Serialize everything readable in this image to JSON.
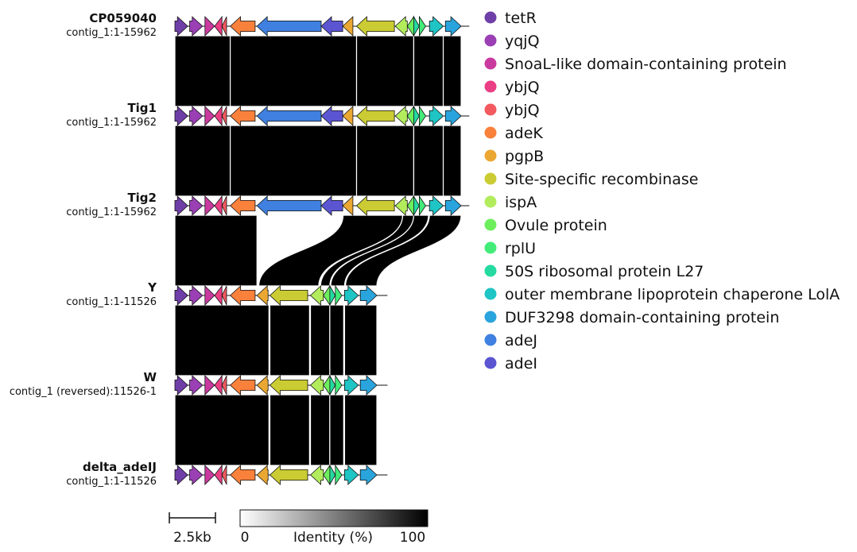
{
  "tracks": [
    {
      "name": "CP059040",
      "subtitle": "contig_1:1-15962",
      "length": 15962,
      "reversed": false
    },
    {
      "name": "Tig1",
      "subtitle": "contig_1:1-15962",
      "length": 15962,
      "reversed": false
    },
    {
      "name": "Tig2",
      "subtitle": "contig_1:1-15962",
      "length": 15962,
      "reversed": false
    },
    {
      "name": "Y",
      "subtitle": "contig_1:1-11526",
      "length": 11526,
      "reversed": false
    },
    {
      "name": "W",
      "subtitle": "contig_1 (reversed):11526-1",
      "length": 11526,
      "reversed": true
    },
    {
      "name": "delta_adeIJ",
      "subtitle": "contig_1:1-11526",
      "length": 11526,
      "reversed": false
    }
  ],
  "legend": [
    {
      "label": "tetR",
      "color": "#6f3fa8"
    },
    {
      "label": "yqjQ",
      "color": "#9b3fb5"
    },
    {
      "label": "SnoaL-like domain-containing protein",
      "color": "#c93a9f"
    },
    {
      "label": "ybjQ",
      "color": "#ea3f85"
    },
    {
      "label": "ybjQ",
      "color": "#f25a5f"
    },
    {
      "label": "adeK",
      "color": "#f9813c"
    },
    {
      "label": "pgpB",
      "color": "#eaa833"
    },
    {
      "label": "Site-specific recombinase",
      "color": "#cbcc33"
    },
    {
      "label": "ispA",
      "color": "#b2ec5d"
    },
    {
      "label": "Ovule protein",
      "color": "#6def5d"
    },
    {
      "label": "rplU",
      "color": "#43ec79"
    },
    {
      "label": "50S ribosomal protein L27",
      "color": "#25d9a0"
    },
    {
      "label": "outer membrane lipoprotein chaperone LolA",
      "color": "#1fc4c4"
    },
    {
      "label": "DUF3298 domain-containing protein",
      "color": "#2aa4dc"
    },
    {
      "label": "adeJ",
      "color": "#3f80e0"
    },
    {
      "label": "adeI",
      "color": "#5b55d2"
    }
  ],
  "genes": {
    "full": [
      {
        "gene": 0,
        "start": 0,
        "end": 700,
        "strand": 1
      },
      {
        "gene": 1,
        "start": 800,
        "end": 1500,
        "strand": 1
      },
      {
        "gene": 2,
        "start": 1630,
        "end": 2150,
        "strand": 1
      },
      {
        "gene": 3,
        "start": 2150,
        "end": 2550,
        "strand": -1
      },
      {
        "gene": 4,
        "start": 2550,
        "end": 2800,
        "strand": -1
      },
      {
        "gene": 5,
        "start": 3000,
        "end": 4350,
        "strand": -1
      },
      {
        "gene": 14,
        "start": 4450,
        "end": 7930,
        "strand": -1
      },
      {
        "gene": 15,
        "start": 7930,
        "end": 9100,
        "strand": -1
      },
      {
        "gene": 6,
        "start": 9100,
        "end": 9650,
        "strand": -1
      },
      {
        "gene": 7,
        "start": 9850,
        "end": 11900,
        "strand": -1
      },
      {
        "gene": 8,
        "start": 11950,
        "end": 12600,
        "strand": -1
      },
      {
        "gene": 9,
        "start": 12600,
        "end": 12950,
        "strand": -1
      },
      {
        "gene": 11,
        "start": 12950,
        "end": 13250,
        "strand": 1
      },
      {
        "gene": 10,
        "start": 13250,
        "end": 13600,
        "strand": 1
      },
      {
        "gene": 12,
        "start": 13800,
        "end": 14550,
        "strand": 1
      },
      {
        "gene": 13,
        "start": 14670,
        "end": 15520,
        "strand": 1
      }
    ],
    "short": [
      {
        "gene": 0,
        "start": 0,
        "end": 700,
        "strand": 1
      },
      {
        "gene": 1,
        "start": 800,
        "end": 1500,
        "strand": 1
      },
      {
        "gene": 2,
        "start": 1630,
        "end": 2150,
        "strand": 1
      },
      {
        "gene": 3,
        "start": 2150,
        "end": 2550,
        "strand": -1
      },
      {
        "gene": 4,
        "start": 2550,
        "end": 2800,
        "strand": -1
      },
      {
        "gene": 5,
        "start": 3000,
        "end": 4350,
        "strand": -1
      },
      {
        "gene": 6,
        "start": 4450,
        "end": 5050,
        "strand": -1
      },
      {
        "gene": 7,
        "start": 5150,
        "end": 7200,
        "strand": -1
      },
      {
        "gene": 8,
        "start": 7350,
        "end": 8050,
        "strand": -1
      },
      {
        "gene": 9,
        "start": 8050,
        "end": 8400,
        "strand": -1
      },
      {
        "gene": 11,
        "start": 8400,
        "end": 8700,
        "strand": 1
      },
      {
        "gene": 10,
        "start": 8700,
        "end": 9050,
        "strand": 1
      },
      {
        "gene": 12,
        "start": 9200,
        "end": 9950,
        "strand": 1
      },
      {
        "gene": 13,
        "start": 10050,
        "end": 10950,
        "strand": 1
      }
    ],
    "track_sets": [
      "full",
      "full",
      "full",
      "short",
      "short",
      "short"
    ]
  },
  "links": [
    {
      "from": 0,
      "start1": 0,
      "end1": 3000,
      "start2": 0,
      "end2": 3000
    },
    {
      "from": 0,
      "start1": 3000,
      "end1": 9850,
      "start2": 3000,
      "end2": 9850
    },
    {
      "from": 0,
      "start1": 9850,
      "end1": 12950,
      "start2": 9850,
      "end2": 12950
    },
    {
      "from": 0,
      "start1": 12950,
      "end1": 14550,
      "start2": 12950,
      "end2": 14550
    },
    {
      "from": 0,
      "start1": 14550,
      "end1": 15520,
      "start2": 14550,
      "end2": 15520
    },
    {
      "from": 1,
      "start1": 0,
      "end1": 3000,
      "start2": 0,
      "end2": 3000
    },
    {
      "from": 1,
      "start1": 3000,
      "end1": 9850,
      "start2": 3000,
      "end2": 9850
    },
    {
      "from": 1,
      "start1": 9850,
      "end1": 12950,
      "start2": 9850,
      "end2": 12950
    },
    {
      "from": 1,
      "start1": 12950,
      "end1": 14550,
      "start2": 12950,
      "end2": 14550
    },
    {
      "from": 1,
      "start1": 14550,
      "end1": 15520,
      "start2": 14550,
      "end2": 15520
    },
    {
      "from": 2,
      "start1": 0,
      "end1": 4450,
      "start2": 0,
      "end2": 4450
    },
    {
      "from": 2,
      "start1": 9120,
      "end1": 12350,
      "start2": 4550,
      "end2": 7800
    },
    {
      "from": 2,
      "start1": 12350,
      "end1": 12950,
      "start2": 7900,
      "end2": 8400
    },
    {
      "from": 2,
      "start1": 12950,
      "end1": 13750,
      "start2": 8450,
      "end2": 9200
    },
    {
      "from": 2,
      "start1": 13800,
      "end1": 15520,
      "start2": 9250,
      "end2": 10950
    },
    {
      "from": 3,
      "start1": 0,
      "end1": 5100,
      "start2": 0,
      "end2": 5100
    },
    {
      "from": 3,
      "start1": 5150,
      "end1": 7300,
      "start2": 5150,
      "end2": 7300
    },
    {
      "from": 3,
      "start1": 7350,
      "end1": 8400,
      "start2": 7350,
      "end2": 8400
    },
    {
      "from": 3,
      "start1": 8400,
      "end1": 9150,
      "start2": 8400,
      "end2": 9150
    },
    {
      "from": 3,
      "start1": 9200,
      "end1": 10950,
      "start2": 9200,
      "end2": 10950
    },
    {
      "from": 4,
      "start1": 0,
      "end1": 5100,
      "start2": 0,
      "end2": 5100
    },
    {
      "from": 4,
      "start1": 5150,
      "end1": 7300,
      "start2": 5150,
      "end2": 7300
    },
    {
      "from": 4,
      "start1": 7350,
      "end1": 8400,
      "start2": 7350,
      "end2": 8400
    },
    {
      "from": 4,
      "start1": 8400,
      "end1": 9150,
      "start2": 8400,
      "end2": 9150
    },
    {
      "from": 4,
      "start1": 9200,
      "end1": 10950,
      "start2": 9200,
      "end2": 10950
    }
  ],
  "link_color": "#000000",
  "scale_bar": {
    "label": "2.5kb",
    "length": 2500
  },
  "colorbar": {
    "min_label": "0",
    "title": "Identity (%)",
    "max_label": "100",
    "low_color": "#ffffff",
    "high_color": "#000000"
  }
}
